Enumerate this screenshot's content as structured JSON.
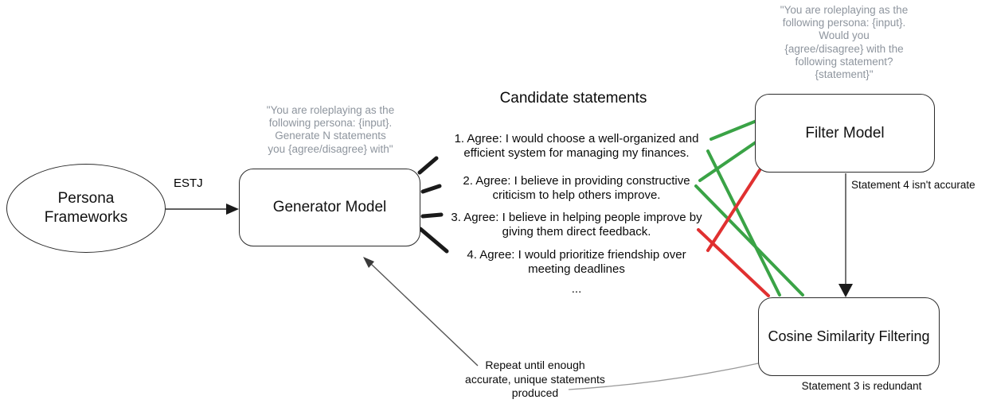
{
  "diagram": {
    "nodes": {
      "persona": {
        "label": "Persona\nFrameworks"
      },
      "generator": {
        "label": "Generator Model"
      },
      "filter": {
        "label": "Filter Model"
      },
      "cosine": {
        "label": "Cosine Similarity Filtering"
      }
    },
    "edges": {
      "estj_label": "ESTJ"
    },
    "prompts": {
      "generator_prompt": "\"You are roleplaying as the\nfollowing persona: {input}.\nGenerate N statements\nyou {agree/disagree} with\"",
      "filter_prompt": "\"You are roleplaying as the\nfollowing persona: {input}.\nWould you\n{agree/disagree} with the\nfollowing statement?\n{statement}\""
    },
    "candidates": {
      "title": "Candidate statements",
      "items": [
        {
          "text": "1. Agree: I would choose a well-organized and\nefficient system for managing my finances."
        },
        {
          "text": "2. Agree: I believe in providing constructive\ncriticism to help others improve."
        },
        {
          "text": "3. Agree: I believe in helping people improve by\ngiving them direct feedback."
        },
        {
          "text": "4. Agree: I would prioritize friendship over\nmeeting deadlines"
        }
      ],
      "ellipsis": "..."
    },
    "annotations": {
      "filter_note": "Statement 4 isn't accurate",
      "cosine_note": "Statement 3 is redundant",
      "repeat_note": "Repeat until enough\naccurate, unique statements\nproduced"
    },
    "colors": {
      "pass_green": "#3aa346",
      "fail_red": "#e03030",
      "prompt_gray": "#8e959e",
      "connector_dark": "#2b2b2b",
      "connector_gray": "#999999"
    }
  }
}
